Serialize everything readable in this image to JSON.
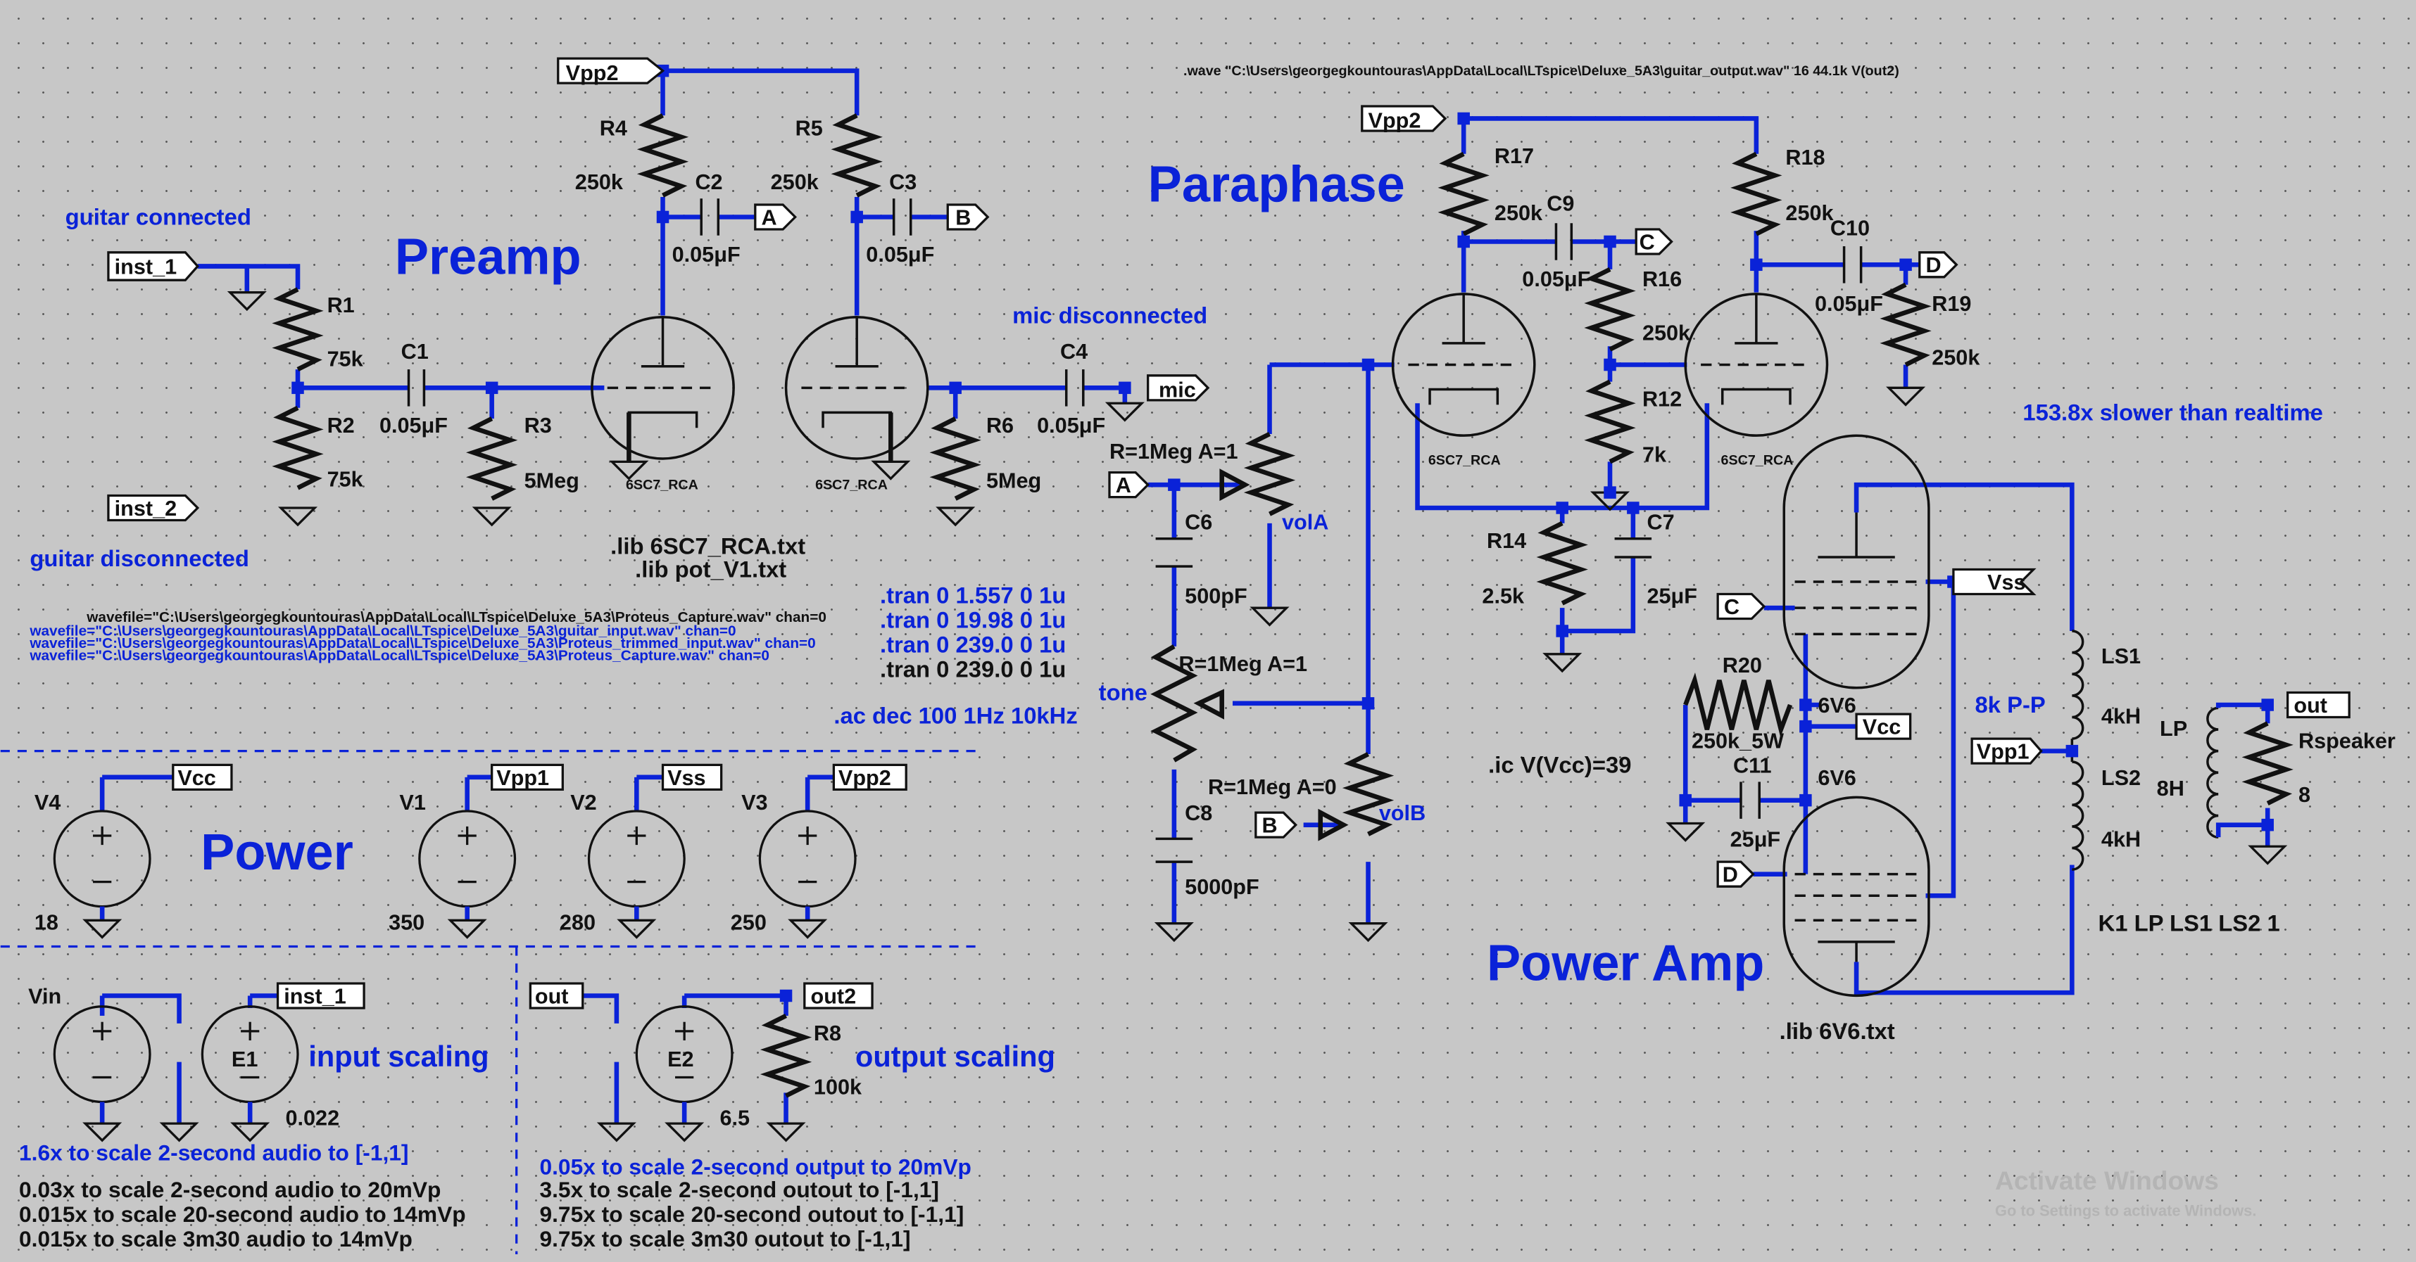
{
  "sections": {
    "preamp": "Preamp",
    "paraphase": "Paraphase",
    "power": "Power",
    "power_amp": "Power Amp"
  },
  "notes": {
    "guitar_connected": "guitar connected",
    "guitar_disconnected": "guitar disconnected",
    "mic_disconnected": "mic disconnected",
    "speed": "153.8x slower than realtime",
    "input_scaling": "input scaling",
    "output_scaling": "output scaling",
    "tone": "tone"
  },
  "directives": {
    "wave": ".wave \"C:\\Users\\georgegkountouras\\AppData\\Local\\LTspice\\Deluxe_5A3\\guitar_output.wav\" 16 44.1k V(out2)",
    "lib_6sc7": ".lib 6SC7_RCA.txt",
    "lib_pot": ".lib pot_V1.txt",
    "lib_6v6": ".lib 6V6.txt",
    "tran": [
      ".tran 0 1.557 0 1u",
      ".tran 0 19.98 0 1u",
      ".tran 0 239.0 0 1u",
      ".tran 0 239.0 0 1u"
    ],
    "ac": ".ac dec 100 1Hz 10kHz",
    "ic": ".ic V(Vcc)=39",
    "coupling": "K1 LP LS1 LS2 1",
    "wavefiles": [
      "wavefile=\"C:\\Users\\georgegkountouras\\AppData\\Local\\LTspice\\Deluxe_5A3\\Proteus_Capture.wav\" chan=0",
      "wavefile=\"C:\\Users\\georgegkountouras\\AppData\\Local\\LTspice\\Deluxe_5A3\\guitar_input.wav\" chan=0",
      "wavefile=\"C:\\Users\\georgegkountouras\\AppData\\Local\\LTspice\\Deluxe_5A3\\Proteus_trimmed_input.wav\" chan=0",
      "wavefile=\"C:\\Users\\georgegkountouras\\AppData\\Local\\LTspice\\Deluxe_5A3\\Proteus_Capture.wav\" chan=0"
    ]
  },
  "scaling_notes": {
    "input": [
      "1.6x to scale 2-second audio to [-1,1]",
      "0.03x to scale 2-second audio to 20mVp",
      "0.015x to scale 20-second audio to 14mVp",
      "0.015x to scale 3m30 audio to 14mVp"
    ],
    "output": [
      "0.05x to scale 2-second output to 20mVp",
      "3.5x to scale 2-second outout to [-1,1]",
      "9.75x to scale 20-second outout to [-1,1]",
      "9.75x to scale 3m30 outout to [-1,1]"
    ]
  },
  "net_labels": {
    "vpp2_a": "Vpp2",
    "vpp2_b": "Vpp2",
    "vpp2_c": "Vpp2",
    "inst1": "inst_1",
    "inst2": "inst_2",
    "inst1_b": "inst_1",
    "A_out": "A",
    "B_out": "B",
    "mic": "mic",
    "A_in": "A",
    "B_in": "B",
    "C_out": "C",
    "D_out": "D",
    "C_in": "C",
    "D_in": "D",
    "vss": "Vss",
    "vcc": "Vcc",
    "vpp1": "Vpp1",
    "out": "out",
    "vcc_v4": "Vcc",
    "vpp1_v1": "Vpp1",
    "vss_v2": "Vss",
    "out_e2": "out",
    "out2": "out2"
  },
  "components": {
    "R1": {
      "name": "R1",
      "value": "75k"
    },
    "R2": {
      "name": "R2",
      "value": "75k"
    },
    "C1": {
      "name": "C1",
      "value": "0.05μF"
    },
    "R3": {
      "name": "R3",
      "value": "5Meg"
    },
    "R4": {
      "name": "R4",
      "value": "250k"
    },
    "C2": {
      "name": "C2",
      "value": "0.05μF"
    },
    "R5": {
      "name": "R5",
      "value": "250k"
    },
    "C3": {
      "name": "C3",
      "value": "0.05μF"
    },
    "C4": {
      "name": "C4",
      "value": "0.05μF"
    },
    "R6": {
      "name": "R6",
      "value": "5Meg"
    },
    "T1": {
      "value": "6SC7_RCA"
    },
    "T2": {
      "value": "6SC7_RCA"
    },
    "T3": {
      "value": "6SC7_RCA"
    },
    "T4": {
      "value": "6SC7_RCA"
    },
    "R17": {
      "name": "R17",
      "value": "250k"
    },
    "R18": {
      "name": "R18",
      "value": "250k"
    },
    "C9": {
      "name": "C9",
      "value": "0.05μF"
    },
    "R16": {
      "name": "R16",
      "value": "250k"
    },
    "C10": {
      "name": "C10",
      "value": "0.05μF"
    },
    "R19": {
      "name": "R19",
      "value": "250k"
    },
    "R12": {
      "name": "R12",
      "value": "7k"
    },
    "R14": {
      "name": "R14",
      "value": "2.5k"
    },
    "C7": {
      "name": "C7",
      "value": "25μF"
    },
    "volA": {
      "name": "volA",
      "params": "R=1Meg A=1"
    },
    "C6": {
      "name": "C6",
      "value": "500pF"
    },
    "tone": {
      "params": "R=1Meg A=1"
    },
    "C8": {
      "name": "C8",
      "value": "5000pF"
    },
    "volB": {
      "name": "volB",
      "params": "R=1Meg A=0"
    },
    "R20": {
      "name": "R20",
      "value": "250k_5W"
    },
    "C11": {
      "name": "C11",
      "value": "25μF"
    },
    "PT1": {
      "value": "6V6"
    },
    "PT2": {
      "value": "6V6"
    },
    "LS1": {
      "name": "LS1",
      "value": "4kH"
    },
    "LS2": {
      "name": "LS2",
      "value": "4kH"
    },
    "LP": {
      "name": "LP",
      "value": "8H"
    },
    "Rspeaker": {
      "name": "Rspeaker",
      "value": "8"
    },
    "ot_label": "8k P-P",
    "V4": {
      "name": "V4",
      "value": "18"
    },
    "V1": {
      "name": "V1",
      "value": "350"
    },
    "V2": {
      "name": "V2",
      "value": "280"
    },
    "V3": {
      "name": "V3",
      "value": "250"
    },
    "Vin": {
      "name": "Vin"
    },
    "E1": {
      "name": "E1",
      "value": "0.022"
    },
    "E2": {
      "name": "E2"
    },
    "R8": {
      "name": "R8",
      "value": "100k"
    },
    "R8_extra": "6.5"
  },
  "watermark": {
    "line1": "Activate Windows",
    "line2": "Go to Settings to activate Windows."
  }
}
